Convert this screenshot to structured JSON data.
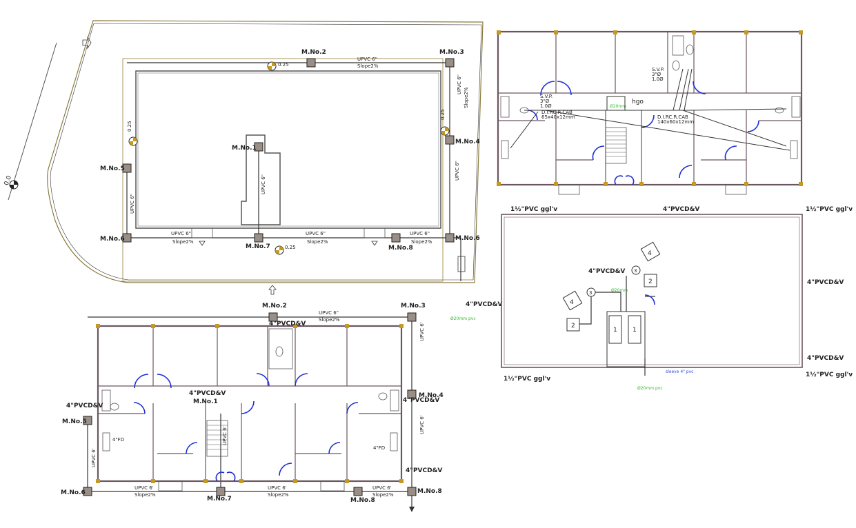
{
  "manholes": {
    "m1": "M.No.1",
    "m2": "M.No.2",
    "m3": "M.No.3",
    "m4": "M.No.4",
    "m5": "M.No.5",
    "m6": "M.No.6",
    "m7": "M.No.7",
    "m8": "M.No.8"
  },
  "site_plan": {
    "level_00": "0.0",
    "level_025": "0.25",
    "pipe_upvc6": "UPVC 6\"",
    "slope": "Slope2%",
    "mno6_east": "M.No.6",
    "pvc_4": "4\"PVCD&V",
    "pvc_20": "Ø20mm pvc"
  },
  "ground_plan": {
    "pvc_4": "4\"PVCD&V",
    "pipe_upvc6": "UPVC 6\"",
    "pipe_upvc6b": "UPVC 6'",
    "slope": "Slope2%",
    "fd": "4\"FD",
    "ft": "4\"FD"
  },
  "first_plan": {
    "ci_rw_tag": "D.I.RC.R.CAB",
    "ci_size": "65x40x12mm",
    "ci_size2": "140x60x12mm",
    "sewer_tag": "S.V.P.",
    "sewer_size": "3\"Ø",
    "sewer_size2": "1.0Ø",
    "pvc_label": "Ø20mm",
    "tank_label": "hgo"
  },
  "terrace_plan": {
    "corner_label": "1½\"PVC ggl'v",
    "pvc_4": "4\"PVCD&V",
    "sleeve": "sleeve 4\" pvc",
    "pvc_20": "Ø20mm",
    "pvc_20b": "Ø20mm pvc",
    "tank1": "1",
    "tank2": "2",
    "tank3": "3",
    "tank4": "4"
  }
}
